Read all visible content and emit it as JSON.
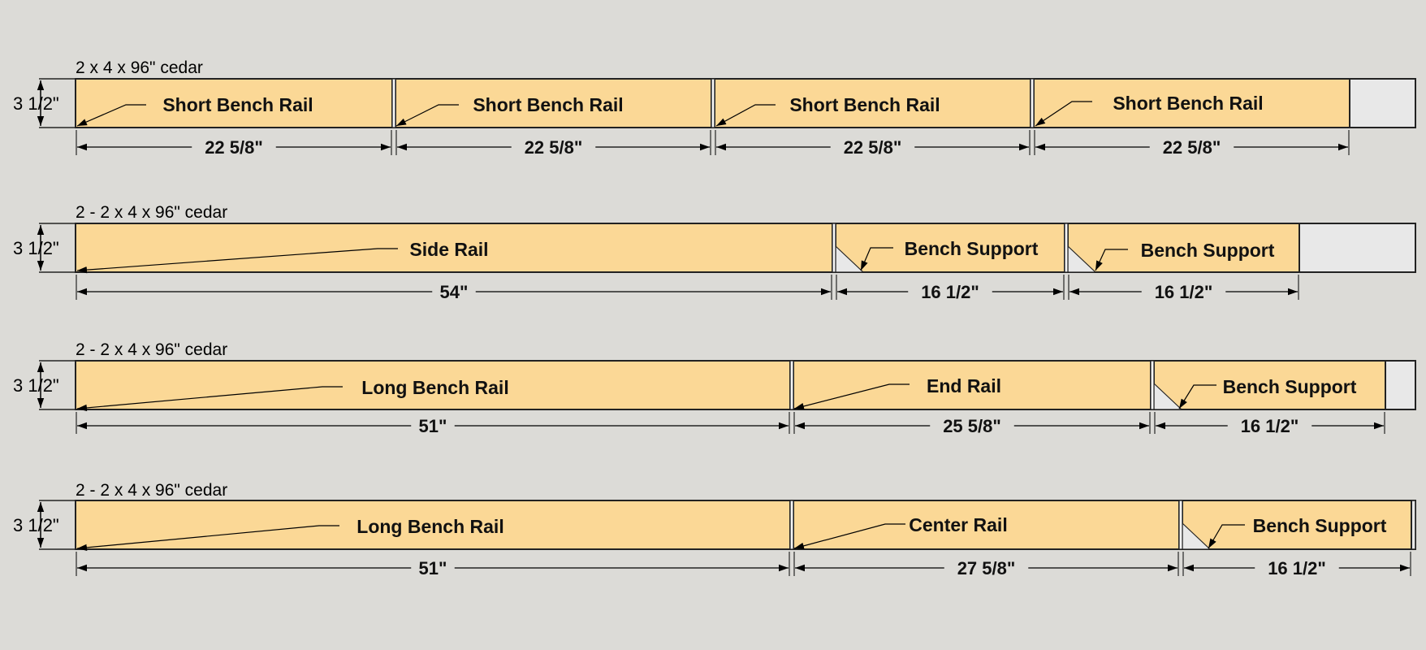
{
  "width_label": "3 1/2\"",
  "colors": {
    "background": "#dcdbd7",
    "wood": "#fbd896",
    "waste": "#e8e8e8",
    "outline": "#222222"
  },
  "boards": [
    {
      "title": "2 x 4 x 96\" cedar",
      "pieces": [
        {
          "label": "Short Bench Rail",
          "dimension": "22 5/8\""
        },
        {
          "label": "Short Bench Rail",
          "dimension": "22 5/8\""
        },
        {
          "label": "Short Bench Rail",
          "dimension": "22 5/8\""
        },
        {
          "label": "Short Bench Rail",
          "dimension": "22 5/8\""
        }
      ]
    },
    {
      "title": "2 - 2 x 4 x 96\" cedar",
      "pieces": [
        {
          "label": "Side Rail",
          "dimension": "54\""
        },
        {
          "label": "Bench Support",
          "dimension": "16 1/2\""
        },
        {
          "label": "Bench Support",
          "dimension": "16 1/2\""
        }
      ]
    },
    {
      "title": "2 - 2 x 4 x 96\" cedar",
      "pieces": [
        {
          "label": "Long Bench Rail",
          "dimension": "51\""
        },
        {
          "label": "End Rail",
          "dimension": "25 5/8\""
        },
        {
          "label": "Bench Support",
          "dimension": "16 1/2\""
        }
      ]
    },
    {
      "title": "2 - 2 x 4 x 96\" cedar",
      "pieces": [
        {
          "label": "Long Bench Rail",
          "dimension": "51\""
        },
        {
          "label": "Center Rail",
          "dimension": "27 5/8\""
        },
        {
          "label": "Bench Support",
          "dimension": "16 1/2\""
        }
      ]
    }
  ]
}
